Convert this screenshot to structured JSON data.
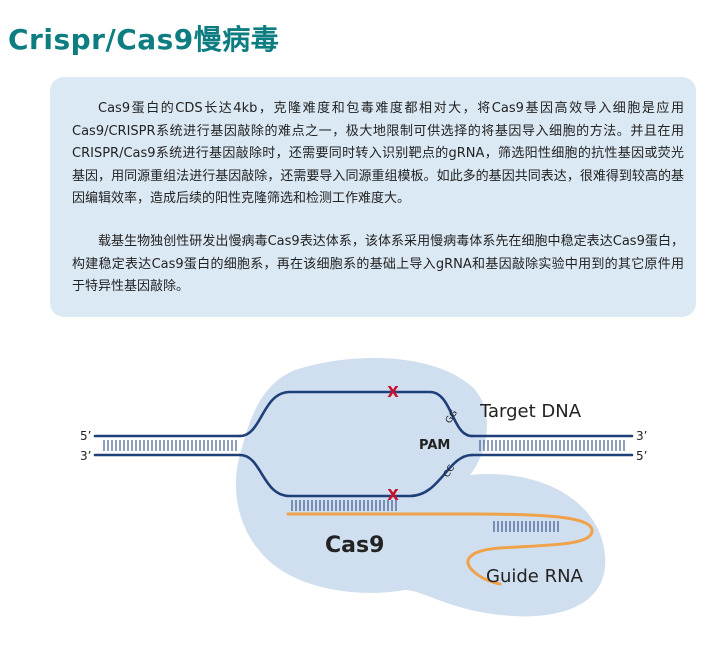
{
  "page": {
    "title": "Crispr/Cas9慢病毒"
  },
  "intro": {
    "paragraph1": "Cas9蛋白的CDS长达4kb，克隆难度和包毒难度都相对大，将Cas9基因高效导入细胞是应用Cas9/CRISPR系统进行基因敲除的难点之一，极大地限制可供选择的将基因导入细胞的方法。并且在用CRISPR/Cas9系统进行基因敲除时，还需要同时转入识别靶点的gRNA，筛选阳性细胞的抗性基因或荧光基因，用同源重组法进行基因敲除，还需要导入同源重组模板。如此多的基因共同表达，很难得到较高的基因编辑效率，造成后续的阳性克隆筛选和检测工作难度大。",
    "paragraph2": "载基生物独创性研发出慢病毒Cas9表达体系，该体系采用慢病毒体系先在细胞中稳定表达Cas9蛋白，构建稳定表达Cas9蛋白的细胞系，再在该细胞系的基础上导入gRNA和基因敲除实验中用到的其它原件用于特异性基因敲除。"
  },
  "diagram": {
    "label_5prime_left": "5’",
    "label_3prime_left": "3’",
    "label_3prime_right": "3’",
    "label_5prime_right": "5’",
    "cut_mark_top": "X",
    "cut_mark_bottom": "X",
    "seq_gg": "GG",
    "seq_cc": "CC",
    "pam_label": "PAM",
    "target_label": "Target DNA",
    "cas9_label": "Cas9",
    "guide_label": "Guide RNA",
    "colors": {
      "dna_strand": "#1f3f78",
      "rna": "#f0a24a",
      "protein_fill": "#d0dff0",
      "cut_mark": "#c8102e",
      "title": "#0d7d82",
      "box_bg": "#dbe9f4"
    }
  }
}
